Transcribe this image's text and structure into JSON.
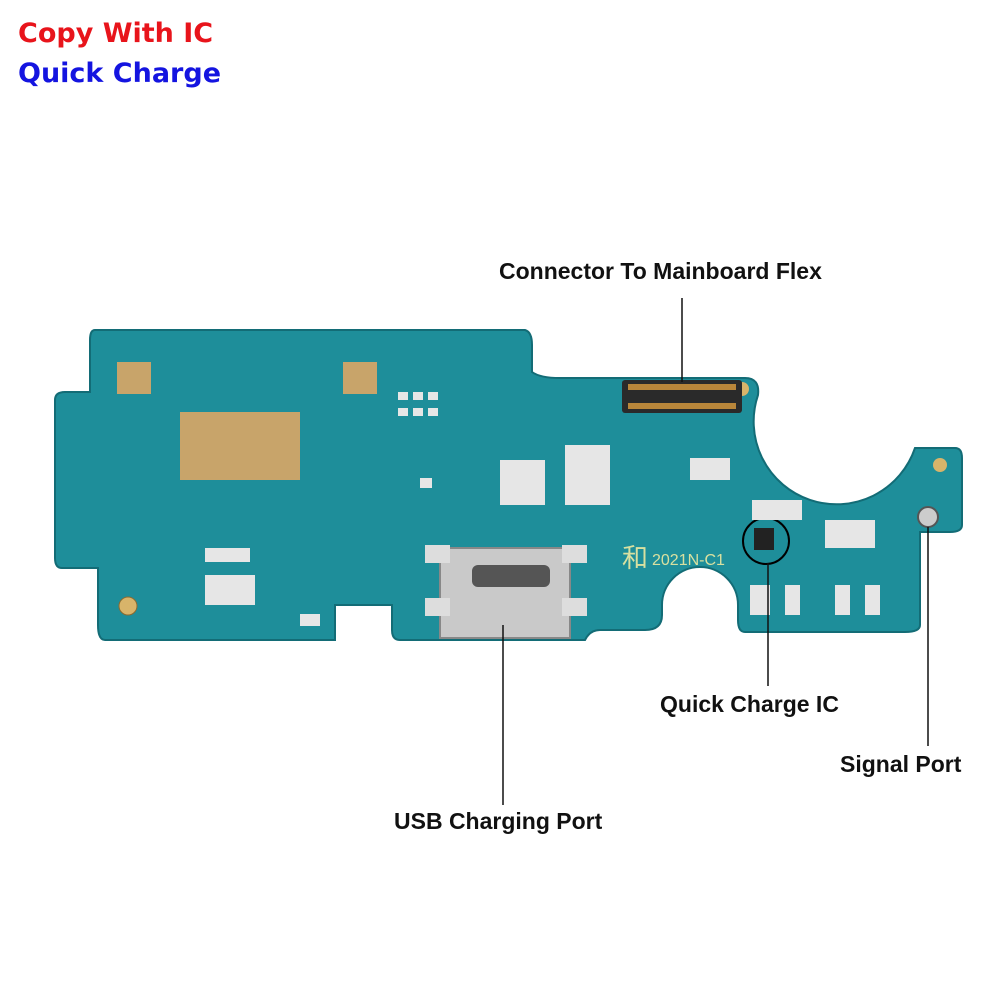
{
  "headline": {
    "line1": "Copy With IC",
    "line2": "Quick Charge",
    "line1_color": "#e8141b",
    "line2_color": "#1414e0"
  },
  "board": {
    "silkscreen_char": "和",
    "silkscreen_code": "2021N-C1",
    "pcb_color": "#1e8e9a",
    "pad_color": "#c8a46a"
  },
  "callouts": {
    "connector": "Connector To Mainboard Flex",
    "usb": "USB Charging Port",
    "ic": "Quick Charge IC",
    "signal": "Signal Port"
  }
}
